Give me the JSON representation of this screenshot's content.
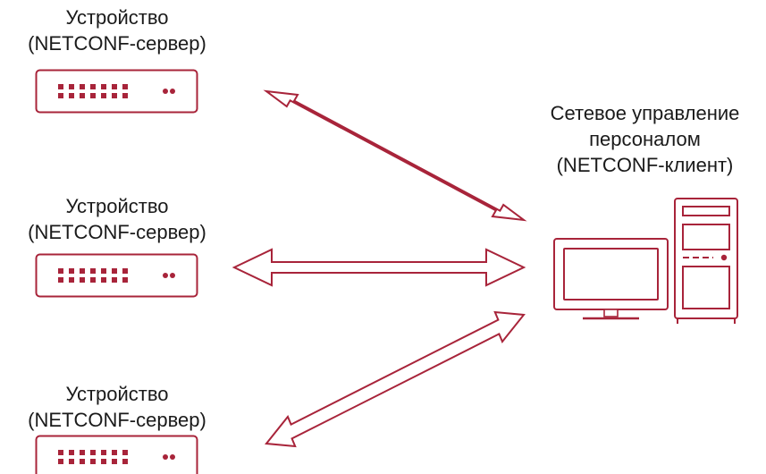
{
  "servers": [
    {
      "line1": "Устройство",
      "line2": "(NETCONF-сервер)"
    },
    {
      "line1": "Устройство",
      "line2": "(NETCONF-сервер)"
    },
    {
      "line1": "Устройство",
      "line2": "(NETCONF-сервер)"
    }
  ],
  "client": {
    "line1": "Сетевое управление",
    "line2": "персоналом",
    "line3": "(NETCONF-клиент)"
  },
  "colors": {
    "accent": "#a8243a",
    "text": "#1a1a1a",
    "background": "#ffffff"
  },
  "icons": [
    "network-switch-icon",
    "network-switch-icon",
    "network-switch-icon",
    "monitor-icon",
    "tower-pc-icon",
    "double-arrow-icon"
  ]
}
